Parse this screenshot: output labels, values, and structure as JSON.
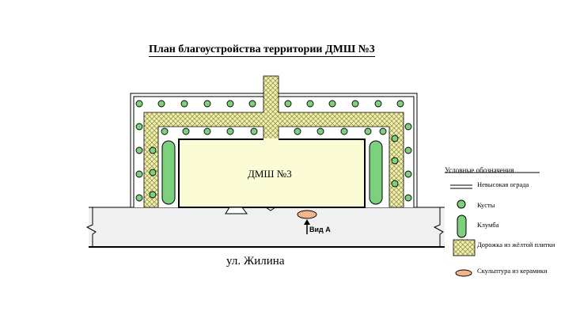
{
  "title": "План благоустройства территории ДМШ №3",
  "building_label": "ДМШ №3",
  "view_label": "Вид А",
  "street_label": "ул. Жилина",
  "legend": {
    "title": "Условные обозначения",
    "items": [
      {
        "symbol": "double-line",
        "label": "Невысокая ограда"
      },
      {
        "symbol": "green-circle",
        "label": "Кусты"
      },
      {
        "symbol": "green-oval",
        "label": "Клумба"
      },
      {
        "symbol": "yellow-crosshatch",
        "label": "Дорожка из жёлтой плитки"
      },
      {
        "symbol": "orange-ellipse",
        "label": "Скульптура из керамики"
      }
    ]
  },
  "colors": {
    "bush": "#7dd07d",
    "bed": "#7dd07d",
    "path": "#f2f0a8",
    "building": "#fbfbd6",
    "sculpture": "#f4b48c",
    "ground": "#f0f0f0",
    "yard": "#ffffff",
    "outline": "#000000"
  }
}
